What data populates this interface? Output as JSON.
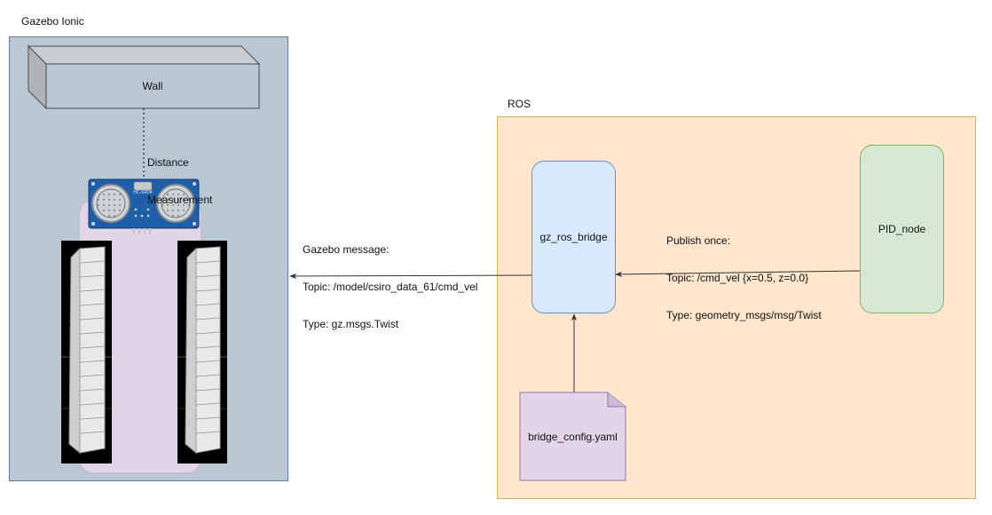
{
  "gazebo": {
    "title": "Gazebo Ionic",
    "wall_label": "Wall",
    "distance_label_line1": "Distance",
    "distance_label_line2": "Measurement",
    "sensor_chip_text": "HC-SR04"
  },
  "ros": {
    "title": "ROS",
    "bridge_label": "gz_ros_bridge",
    "pid_label": "PID_node",
    "config_label": "bridge_config.yaml"
  },
  "edges": {
    "gazebo_message": {
      "line1": "Gazebo message:",
      "line2": "Topic: /model/csiro_data_61/cmd_vel",
      "line3": "Type: gz.msgs.Twist"
    },
    "publish": {
      "line1": "Publish once:",
      "line2": "Topic: /cmd_vel {x=0.5, z=0.0}",
      "line3": "Type: geometry_msgs/msg/Twist"
    }
  },
  "colors": {
    "gazebo_fill": "#bac8d3",
    "gazebo_stroke": "#5f7f99",
    "ros_fill": "#ffe6cc",
    "ros_stroke": "#d6b656",
    "bridge_fill": "#dae8fc",
    "bridge_stroke": "#6c8ebf",
    "pid_fill": "#d5e8d4",
    "pid_stroke": "#82b366",
    "config_fill": "#e1d5e7",
    "config_stroke": "#9673a6",
    "robot_body": "#e1d5e7"
  }
}
